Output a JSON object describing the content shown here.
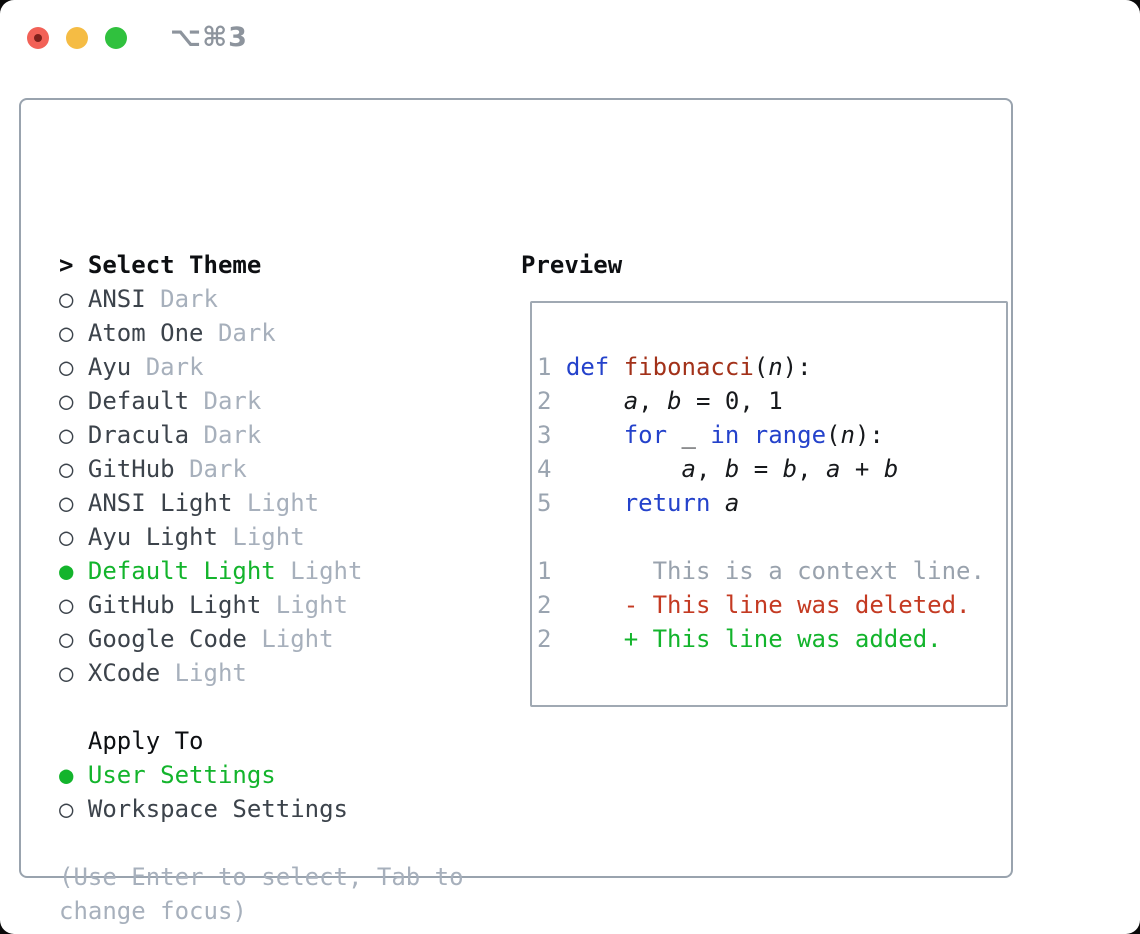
{
  "titlebar": {
    "shortcut": "⌥⌘3"
  },
  "colors": {
    "traffic-red": "#f26157",
    "traffic-red-dot": "#7e211c",
    "traffic-yellow": "#f5bc44",
    "traffic-green": "#30c13e",
    "shortcut-gray": "#8d949d",
    "panel-border": "#99a3ae",
    "box-border": "#a0a9b3",
    "header-text": "#0d0f12",
    "item-text": "#3c434b",
    "muted-gray": "#a7b0bc",
    "linenum-gray": "#9aa4b0",
    "context-gray": "#99a2ad",
    "accent-green": "#13b42c",
    "keyword-blue": "#2442cb",
    "function-red": "#a23119",
    "deleted-red": "#c43a22",
    "code-text": "#17191c"
  },
  "theme_menu": {
    "header_prefix": ">",
    "header_label": "Select Theme",
    "items": [
      {
        "bullet": "○",
        "name": "ANSI",
        "variant": "Dark",
        "selected": false
      },
      {
        "bullet": "○",
        "name": "Atom One",
        "variant": "Dark",
        "selected": false
      },
      {
        "bullet": "○",
        "name": "Ayu",
        "variant": "Dark",
        "selected": false
      },
      {
        "bullet": "○",
        "name": "Default",
        "variant": "Dark",
        "selected": false
      },
      {
        "bullet": "○",
        "name": "Dracula",
        "variant": "Dark",
        "selected": false
      },
      {
        "bullet": "○",
        "name": "GitHub",
        "variant": "Dark",
        "selected": false
      },
      {
        "bullet": "○",
        "name": "ANSI Light",
        "variant": "Light",
        "selected": false
      },
      {
        "bullet": "○",
        "name": "Ayu Light",
        "variant": "Light",
        "selected": false
      },
      {
        "bullet": "●",
        "name": "Default Light",
        "variant": "Light",
        "selected": true
      },
      {
        "bullet": "○",
        "name": "GitHub Light",
        "variant": "Light",
        "selected": false
      },
      {
        "bullet": "○",
        "name": "Google Code",
        "variant": "Light",
        "selected": false
      },
      {
        "bullet": "○",
        "name": "XCode",
        "variant": "Light",
        "selected": false
      }
    ],
    "apply_header": "Apply To",
    "apply_options": [
      {
        "bullet": "●",
        "label": "User Settings",
        "selected": true
      },
      {
        "bullet": "○",
        "label": "Workspace Settings",
        "selected": false
      }
    ],
    "hint_line1": "(Use Enter to select, Tab to",
    "hint_line2": "change focus)"
  },
  "preview": {
    "label": "Preview",
    "lines": [
      [
        {
          "t": "1",
          "c": "num"
        },
        {
          "t": " ",
          "c": "plain"
        },
        {
          "t": "def",
          "c": "kw"
        },
        {
          "t": " ",
          "c": "plain"
        },
        {
          "t": "fibonacci",
          "c": "fn"
        },
        {
          "t": "(",
          "c": "plain"
        },
        {
          "t": "n",
          "c": "var"
        },
        {
          "t": "):",
          "c": "plain"
        }
      ],
      [
        {
          "t": "2",
          "c": "num"
        },
        {
          "t": "     ",
          "c": "plain"
        },
        {
          "t": "a",
          "c": "var"
        },
        {
          "t": ", ",
          "c": "plain"
        },
        {
          "t": "b",
          "c": "var"
        },
        {
          "t": " = 0, 1",
          "c": "plain"
        }
      ],
      [
        {
          "t": "3",
          "c": "num"
        },
        {
          "t": "     ",
          "c": "plain"
        },
        {
          "t": "for",
          "c": "kw"
        },
        {
          "t": " _ ",
          "c": "plain"
        },
        {
          "t": "in",
          "c": "kw"
        },
        {
          "t": " ",
          "c": "plain"
        },
        {
          "t": "range",
          "c": "kw"
        },
        {
          "t": "(",
          "c": "plain"
        },
        {
          "t": "n",
          "c": "var"
        },
        {
          "t": "):",
          "c": "plain"
        }
      ],
      [
        {
          "t": "4",
          "c": "num"
        },
        {
          "t": "         ",
          "c": "plain"
        },
        {
          "t": "a",
          "c": "var"
        },
        {
          "t": ", ",
          "c": "plain"
        },
        {
          "t": "b",
          "c": "var"
        },
        {
          "t": " = ",
          "c": "plain"
        },
        {
          "t": "b",
          "c": "var"
        },
        {
          "t": ", ",
          "c": "plain"
        },
        {
          "t": "a",
          "c": "var"
        },
        {
          "t": " + ",
          "c": "plain"
        },
        {
          "t": "b",
          "c": "var"
        }
      ],
      [
        {
          "t": "5",
          "c": "num"
        },
        {
          "t": "     ",
          "c": "plain"
        },
        {
          "t": "return",
          "c": "kw"
        },
        {
          "t": " ",
          "c": "plain"
        },
        {
          "t": "a",
          "c": "var"
        }
      ],
      [],
      [
        {
          "t": "1",
          "c": "num"
        },
        {
          "t": "       This is a context line.",
          "c": "ctx"
        }
      ],
      [
        {
          "t": "2",
          "c": "num"
        },
        {
          "t": "     ",
          "c": "plain"
        },
        {
          "t": "- This line was deleted.",
          "c": "del"
        }
      ],
      [
        {
          "t": "2",
          "c": "num"
        },
        {
          "t": "     ",
          "c": "plain"
        },
        {
          "t": "+ This line was added.",
          "c": "add"
        }
      ]
    ]
  }
}
